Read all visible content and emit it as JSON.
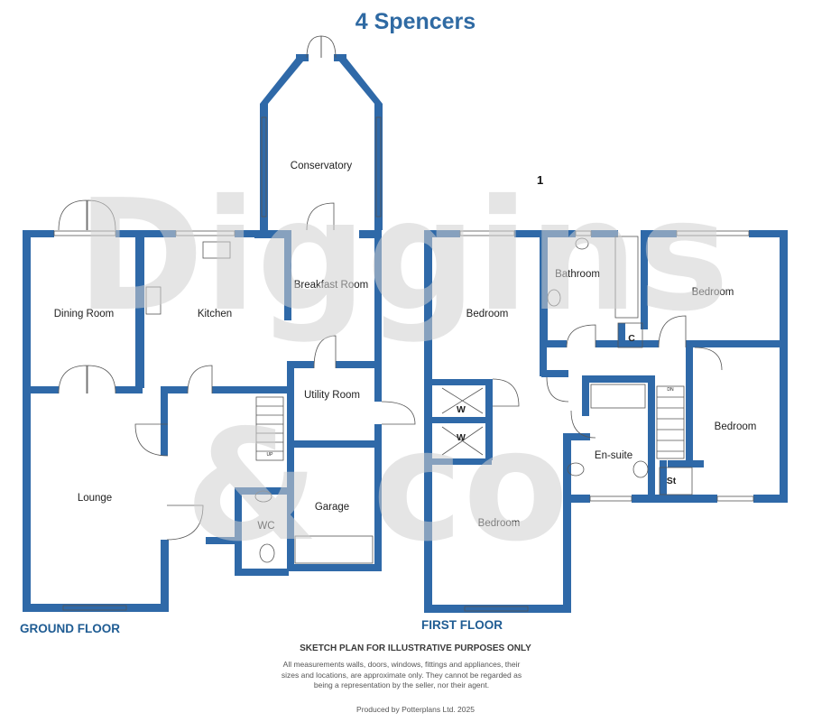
{
  "title": "4 Spencers",
  "page_number": "1",
  "watermark": {
    "line1": "Diggins",
    "line2": "& co"
  },
  "ground_floor": {
    "label": "GROUND FLOOR",
    "rooms": {
      "conservatory": "Conservatory",
      "breakfast_room": "Breakfast Room",
      "dining_room": "Dining Room",
      "kitchen": "Kitchen",
      "utility_room": "Utility Room",
      "lounge": "Lounge",
      "garage": "Garage",
      "wc": "WC",
      "stairs_up": "UP"
    }
  },
  "first_floor": {
    "label": "FIRST FLOOR",
    "rooms": {
      "bathroom": "Bathroom",
      "bedroom_1": "Bedroom",
      "bedroom_2": "Bedroom",
      "bedroom_3": "Bedroom",
      "bedroom_4": "Bedroom",
      "wardrobe_1": "W",
      "wardrobe_2": "W",
      "cupboard": "C",
      "ensuite": "En-suite",
      "store": "St",
      "stairs_down": "DN"
    }
  },
  "disclaimer": {
    "heading": "SKETCH PLAN FOR ILLUSTRATIVE PURPOSES ONLY",
    "line1": "All measurements walls, doors, windows, fittings and appliances, their",
    "line2": "sizes and locations, are approximate only. They cannot be regarded as",
    "line3": "being a representation by the seller, nor their agent.",
    "producer": "Produced by Potterplans Ltd. 2025"
  },
  "colors": {
    "wall": "#2f69a8",
    "text": "#222222",
    "accent": "#2f6aa3"
  }
}
